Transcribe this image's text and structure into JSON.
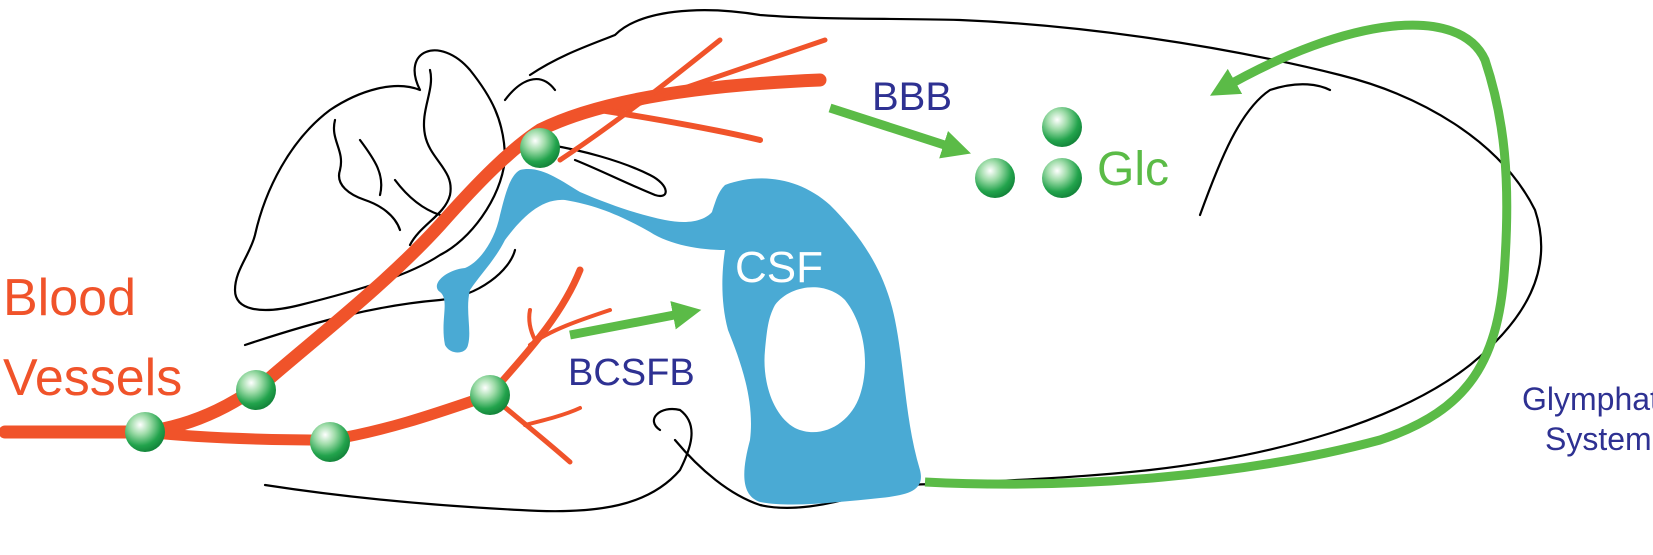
{
  "labels": {
    "blood_line1": "Blood",
    "blood_line2": "Vessels",
    "bbb": "BBB",
    "glc": "Glc",
    "csf": "CSF",
    "bcsfb": "BCSFB",
    "glymph_line1": "Glymphatic",
    "glymph_line2": "System"
  },
  "colors": {
    "vessel": "#f0532a",
    "csf": "#4aaad4",
    "arrow": "#5bbb47",
    "dark_label": "#2e3192",
    "outline": "#000000",
    "glucose": "#1fa54a"
  }
}
